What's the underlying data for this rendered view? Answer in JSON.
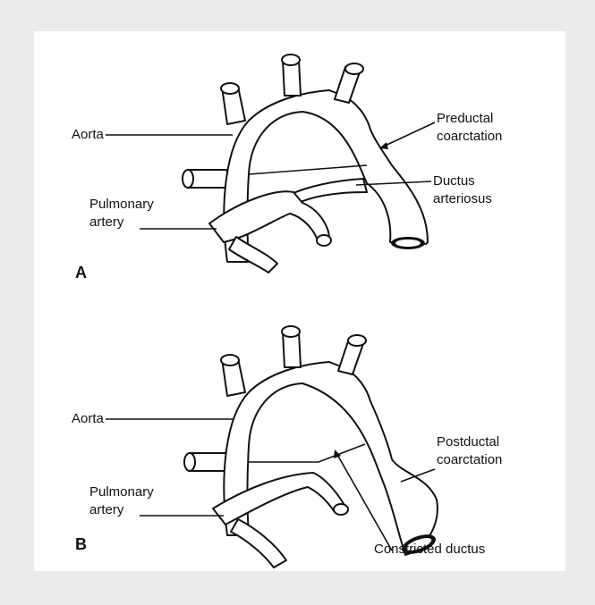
{
  "colors": {
    "background": "#ebebeb",
    "panel": "#ffffff",
    "ink": "#111111"
  },
  "panel_a": {
    "letter": "A",
    "labels": {
      "aorta": "Aorta",
      "pulmonary_artery": [
        "Pulmonary",
        "artery"
      ],
      "coarctation": [
        "Preductal",
        "coarctation"
      ],
      "ductus": [
        "Ductus",
        "arteriosus"
      ]
    }
  },
  "panel_b": {
    "letter": "B",
    "labels": {
      "aorta": "Aorta",
      "pulmonary_artery": [
        "Pulmonary",
        "artery"
      ],
      "coarctation": [
        "Postductal",
        "coarctation"
      ],
      "constricted_ductus": "Constricted ductus"
    }
  }
}
